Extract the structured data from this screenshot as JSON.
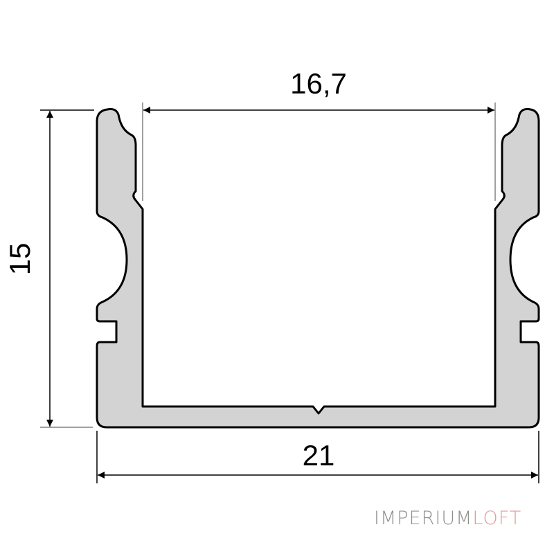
{
  "drawing": {
    "type": "aluminium profile cross-section",
    "fill_color": "#d3d3d3",
    "outline_color": "#000000",
    "dimension_line_color": "#000000",
    "extension_line_color": "#808080"
  },
  "dimensions": {
    "inner_width": {
      "label": "16,7",
      "orientation": "horizontal"
    },
    "height": {
      "label": "15",
      "orientation": "vertical"
    },
    "outer_width": {
      "label": "21",
      "orientation": "horizontal"
    }
  },
  "watermark": {
    "part1": "IMPERIUM",
    "part2": "LOFT",
    "part1_color": "#8f8f8f",
    "part2_color": "#e39a9a"
  }
}
